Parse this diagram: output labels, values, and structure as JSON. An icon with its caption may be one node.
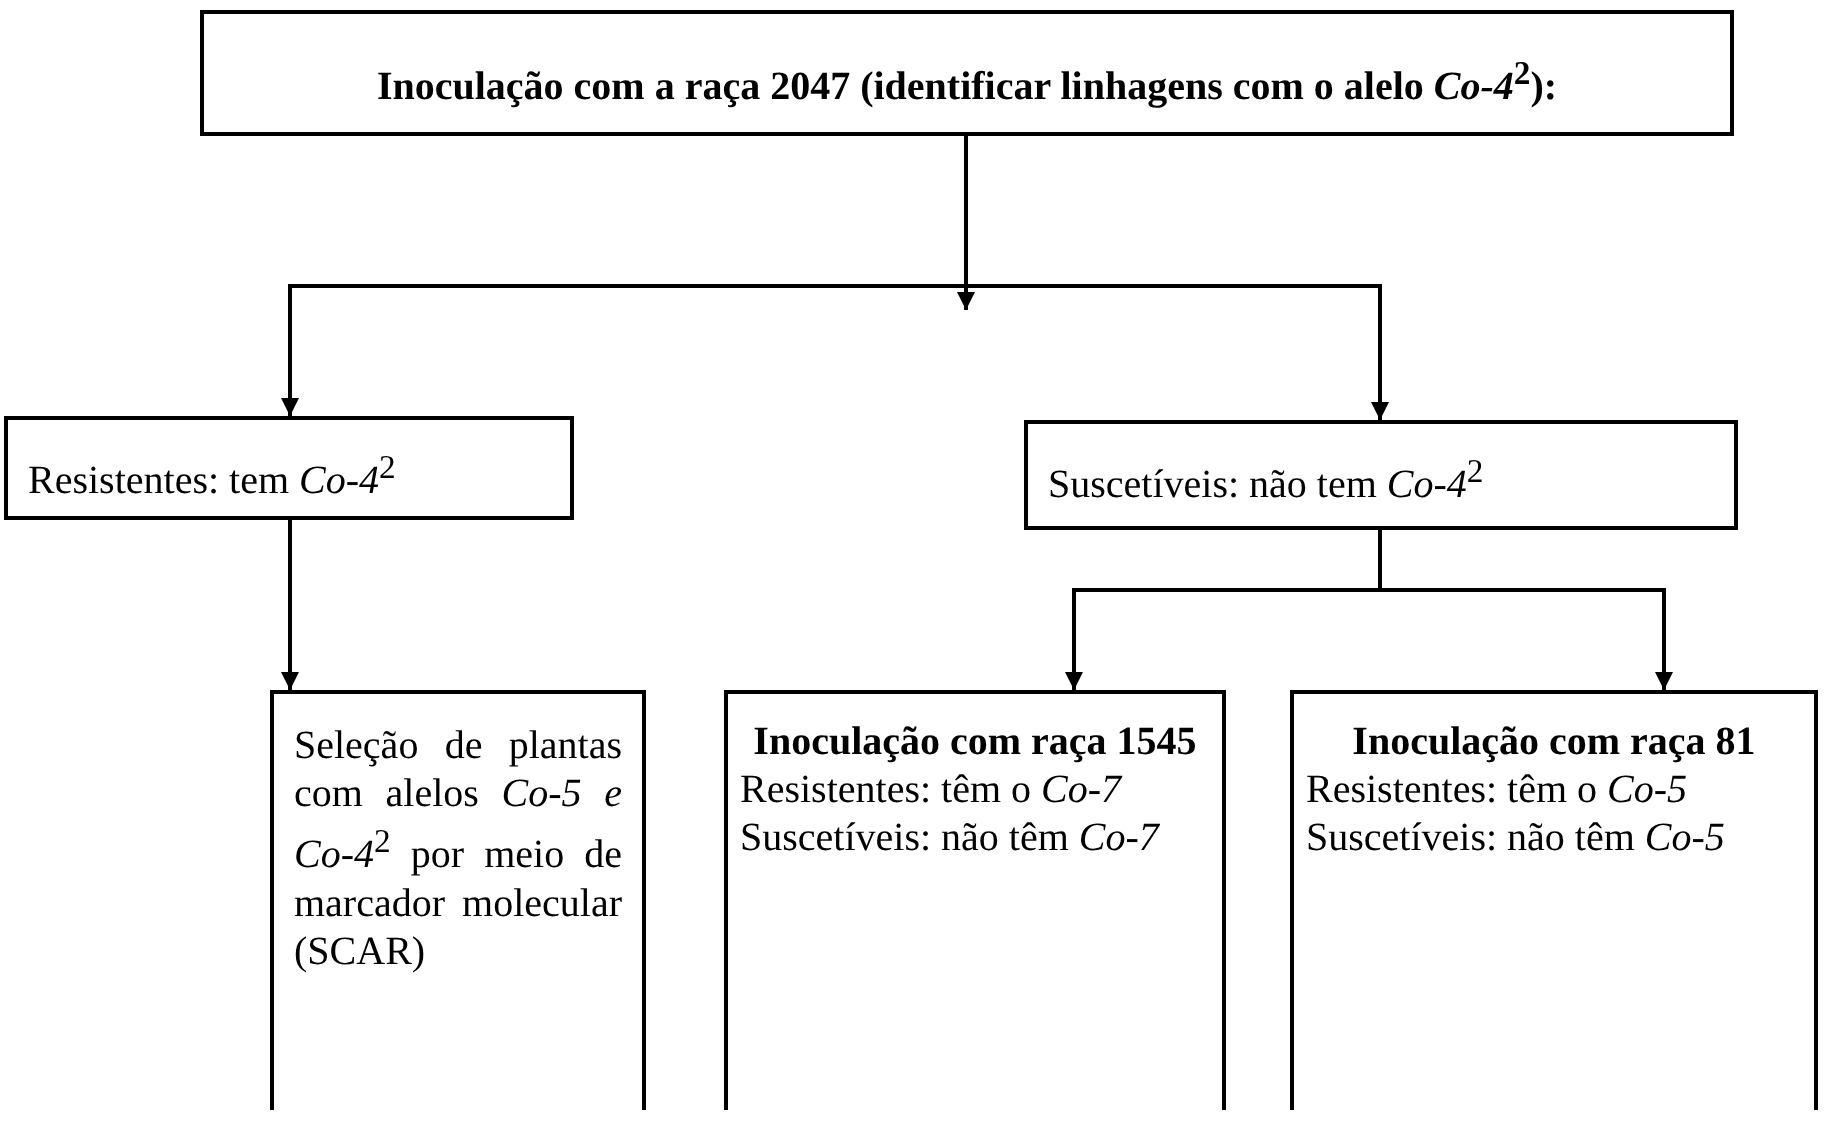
{
  "diagram": {
    "nodes": [
      {
        "text": [
          "Inoculação com a raça 2047 (identificar linhagens com o alelo *Co-4*$^{2}$):"
        ]
      },
      {
        "text": [
          "Resistentes: tem *Co-4*$^{2}$"
        ]
      },
      {
        "text": [
          "Suscetíveis: não tem *Co-4*$^{2}$"
        ]
      },
      {
        "text": [
          "Seleção de plantas com alelos *Co-5 e Co-4*$^{2}$ por meio de marcador molecular (SCAR)"
        ]
      },
      {
        "text": [
          "Inoculação com raça 1545",
          "Resistentes: têm o *Co-7*",
          "Suscetíveis: não têm *Co-7*"
        ]
      },
      {
        "text": [
          "Inoculação com raça 81",
          "Resistentes: têm o *Co-5*",
          "Suscetíveis: não têm *Co-5*"
        ]
      }
    ],
    "edges": [
      {
        "from": 0,
        "to": 1,
        "arrow": "to"
      },
      {
        "from": 0,
        "to": 2,
        "arrow": "to"
      },
      {
        "from": 1,
        "to": 3,
        "arrow": "to"
      },
      {
        "from": 2,
        "to": 4,
        "arrow": "to"
      },
      {
        "from": 2,
        "to": 5,
        "arrow": "to"
      }
    ]
  }
}
